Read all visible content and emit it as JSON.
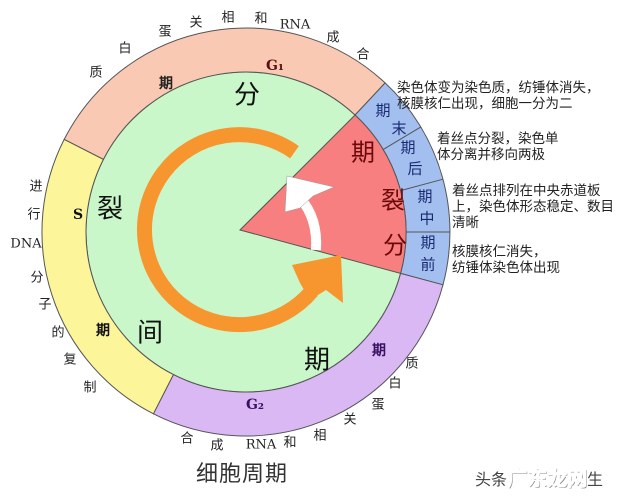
{
  "title": "细胞周期",
  "colors": {
    "g1": "#f9c9b4",
    "s": "#fdf59a",
    "g2": "#d9b8f4",
    "m_ring": "#a3bff0",
    "interphase": "#c9f7c9",
    "m_wedge": "#f77f7f",
    "arrow_orange": "#f7962f",
    "arrow_white": "#ffffff"
  },
  "ring": {
    "g1": {
      "label": "G₁",
      "suffix": "期"
    },
    "s": {
      "label": "S",
      "suffix": "期"
    },
    "g2": {
      "label": "G₂",
      "suffix": "期"
    },
    "m_phases": [
      {
        "id": "telophase",
        "chars": [
          "期",
          "末"
        ]
      },
      {
        "id": "anaphase",
        "chars": [
          "期",
          "后"
        ]
      },
      {
        "id": "metaphase",
        "chars": [
          "期",
          "中"
        ]
      },
      {
        "id": "prophase",
        "chars": [
          "期",
          "前"
        ]
      }
    ]
  },
  "inner": {
    "interphase_chars": [
      "分",
      "裂",
      "间",
      "期"
    ],
    "mitosis_chars": [
      "期",
      "裂",
      "分"
    ]
  },
  "outer_labels": {
    "g1": [
      "质",
      "白",
      "蛋",
      "关",
      "相",
      "和",
      "RNA",
      "成",
      "合"
    ],
    "s": [
      "进",
      "行",
      "DNA",
      "分",
      "子",
      "的",
      "复",
      "制"
    ],
    "g2": [
      "合",
      "成",
      "RNA",
      "和",
      "相",
      "关",
      "蛋",
      "白",
      "质"
    ]
  },
  "notes": {
    "telophase": "染色体变为染色质，纺锤体消失，\n核膜核仁出现，细胞一分为二",
    "anaphase": "着丝点分裂，染色单\n体分离并移向两极",
    "metaphase": "着丝点排列在中央赤道板\n上，染色体形态稳定、数目\n清晰",
    "prophase": "核膜核仁消失，\n纺锤体染色体出现"
  },
  "watermark": {
    "prefix": "头条",
    "brand": "广东龙网",
    "suffix": "生"
  }
}
